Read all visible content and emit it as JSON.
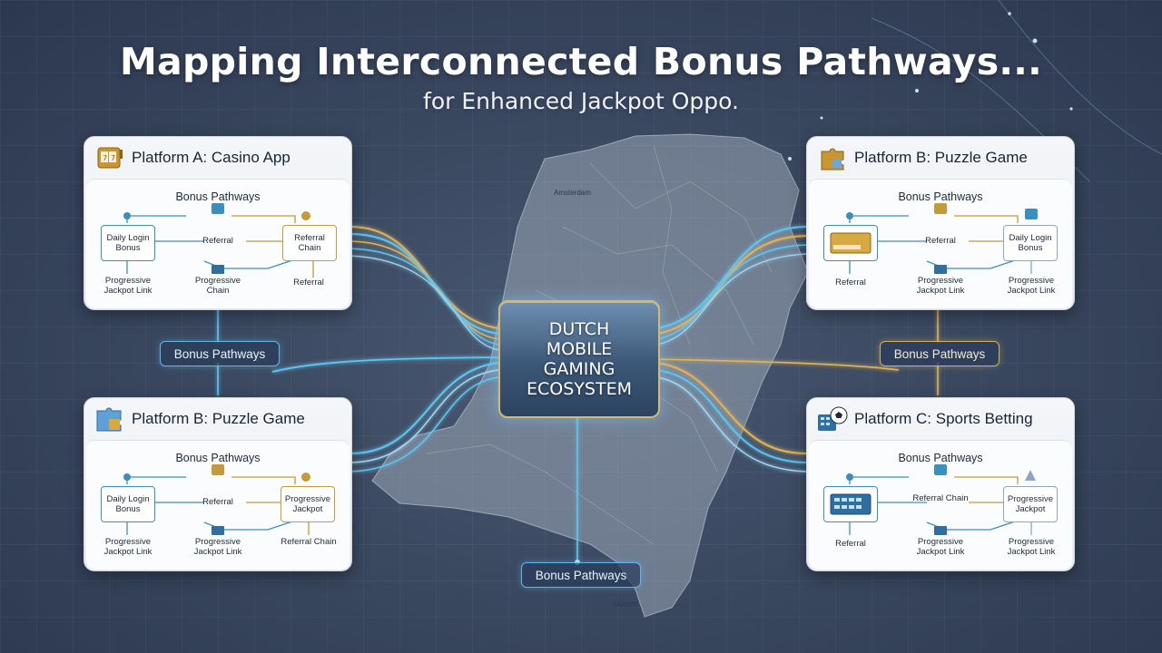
{
  "header": {
    "title": "Mapping Interconnected Bonus Pathways...",
    "subtitle": "for Enhanced Jackpot Oppo."
  },
  "center": {
    "lines": [
      "DUTCH",
      "MOBILE",
      "GAMING",
      "ECOSYSTEM"
    ]
  },
  "map_labels": {
    "amsterdam": "Amsterdam",
    "utrecht": "Utrecht"
  },
  "pills": {
    "left": "Bonus Pathways",
    "right": "Bonus Pathways",
    "bottom": "Bonus Pathways"
  },
  "colors": {
    "blue_glow": "#5fc6f0",
    "gold_glow": "#e0b457",
    "card_bg": "#f4f6f9"
  },
  "cards": [
    {
      "title": "Platform A: Casino App",
      "icon": "slot-machine-icon",
      "inner_title": "Bonus Pathways",
      "left_box": "Daily Login Bonus",
      "middle": "Referral",
      "right_box": "Referral Chain",
      "bottom_left": "Progressive Jackpot Link",
      "bottom_middle": "Progressive Chain",
      "bottom_right": "Referral"
    },
    {
      "title": "Platform B: Puzzle Game",
      "icon": "puzzle-icon",
      "inner_title": "Bonus Pathways",
      "left_box": "",
      "middle": "Referral",
      "right_box": "Daily Login Bonus",
      "bottom_left": "Referral",
      "bottom_middle": "Progressive Jackpot Link",
      "bottom_right": "Progressive Jackpot Link"
    },
    {
      "title": "Platform B: Puzzle Game",
      "icon": "puzzle-icon",
      "inner_title": "Bonus Pathways",
      "left_box": "Daily Login Bonus",
      "middle": "Referral",
      "right_box": "Progressive Jackpot",
      "bottom_left": "Progressive Jackpot Link",
      "bottom_middle": "Progressive Jackpot Link",
      "bottom_right": "Referral Chain"
    },
    {
      "title": "Platform C: Sports Betting",
      "icon": "soccer-ball-icon",
      "inner_title": "Bonus Pathways",
      "left_box": "",
      "middle": "Referral Chain",
      "right_box": "Progressive Jackpot",
      "bottom_left": "Referral",
      "bottom_middle": "Progressive Jackpot Link",
      "bottom_right": "Progressive Jackpot Link"
    }
  ]
}
